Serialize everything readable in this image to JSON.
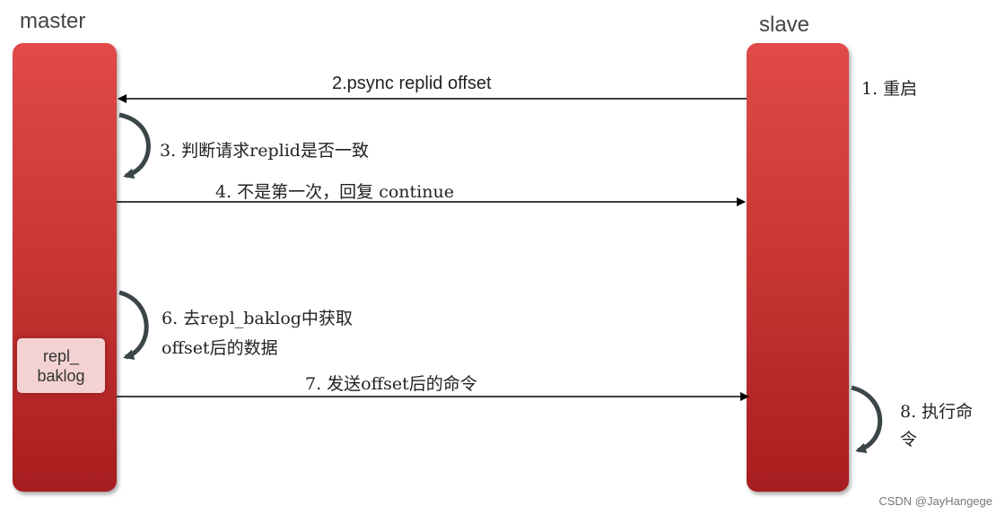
{
  "participants": {
    "master": "master",
    "slave": "slave"
  },
  "baklog": {
    "line1": "repl_",
    "line2": "baklog"
  },
  "steps": {
    "s1": "1. 重启",
    "s2": "2.psync replid offset",
    "s3": "3. 判断请求replid是否一致",
    "s4": "4. 不是第一次，回复 continue",
    "s6_line1": "6. 去repl_baklog中获取",
    "s6_line2": "offset后的数据",
    "s7": "7. 发送offset后的命令",
    "s8_line1": "8. 执行命",
    "s8_line2": "令"
  },
  "credit": "CSDN @JayHangege",
  "colors": {
    "bar_top": "#e04a48",
    "bar_bottom": "#a81d20",
    "baklog_fill": "#f4d2d2",
    "arrow": "#000000",
    "loop_arrow": "#3a4648"
  }
}
